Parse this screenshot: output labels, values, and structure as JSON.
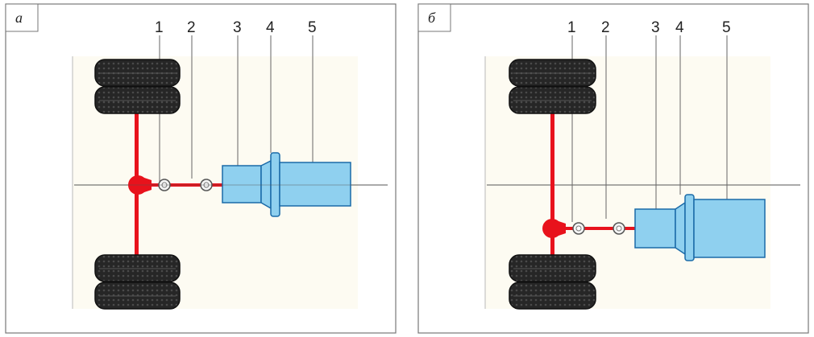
{
  "panels": [
    {
      "tag": "а",
      "callouts": [
        "1",
        "2",
        "3",
        "4",
        "5"
      ]
    },
    {
      "tag": "б",
      "callouts": [
        "1",
        "2",
        "3",
        "4",
        "5"
      ]
    }
  ],
  "colors": {
    "axle_and_shaft": "#e8121c",
    "engine_block": "#8fd0ef",
    "engine_outline": "#1a6aa8",
    "tire": "#1e1e1e",
    "frame_border": "#777777",
    "inner_area": "#fdfbf2"
  }
}
